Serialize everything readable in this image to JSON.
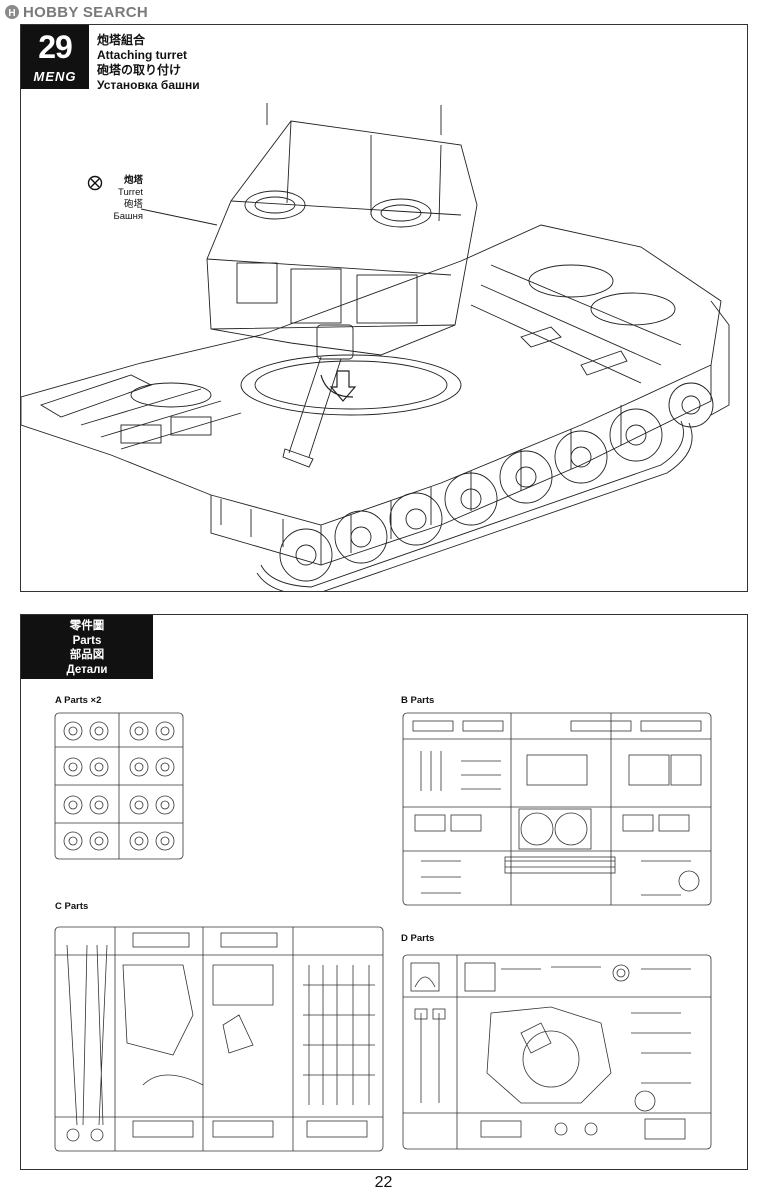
{
  "watermark": {
    "logo_text": "H",
    "text": "HOBBY SEARCH"
  },
  "step": {
    "number": "29",
    "brand": "MENG",
    "title_zh": "炮塔組合",
    "title_en": "Attaching turret",
    "title_ja": "砲塔の取り付け",
    "title_ru": "Установка башни"
  },
  "turret_label": {
    "zh": "炮塔",
    "en": "Turret",
    "ja": "砲塔",
    "ru": "Башня"
  },
  "parts_header": {
    "zh": "零件圖",
    "en": "Parts",
    "ja": "部品図",
    "ru": "Детали"
  },
  "sprues": {
    "a": {
      "label": "A Parts  ×2"
    },
    "b": {
      "label": "B Parts"
    },
    "c": {
      "label": "C Parts"
    },
    "d": {
      "label": "D Parts"
    }
  },
  "page_number": "22"
}
